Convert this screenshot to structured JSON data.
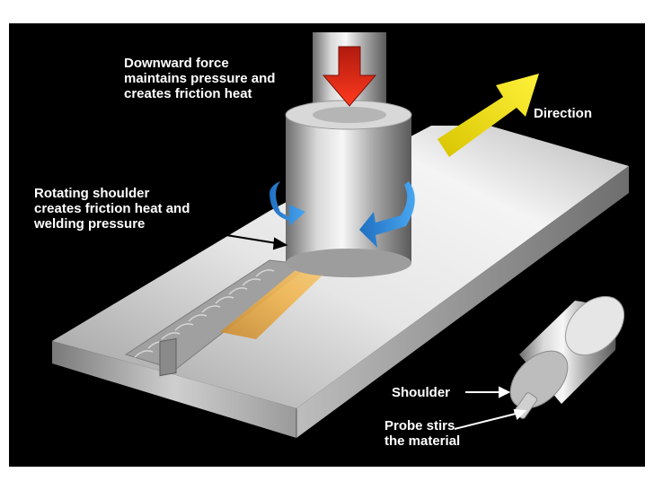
{
  "labels": {
    "downward_force": [
      "Downward force",
      "maintains pressure and",
      "creates friction heat"
    ],
    "direction": "Direction",
    "rotating_shoulder": [
      "Rotating shoulder",
      "creates friction heat and",
      "welding pressure"
    ],
    "shoulder": "Shoulder",
    "probe": [
      "Probe stirs",
      "the material"
    ]
  },
  "colors": {
    "background": "#000000",
    "border": "#ffffff",
    "metal_light": "#e8e8e8",
    "metal_dark": "#8a8a8a",
    "weld_hot": "#e0a040",
    "force_arrow": "#e02a1a",
    "direction_arrow": "#f2e600",
    "rotation_arrow": "#2a8ae0"
  }
}
